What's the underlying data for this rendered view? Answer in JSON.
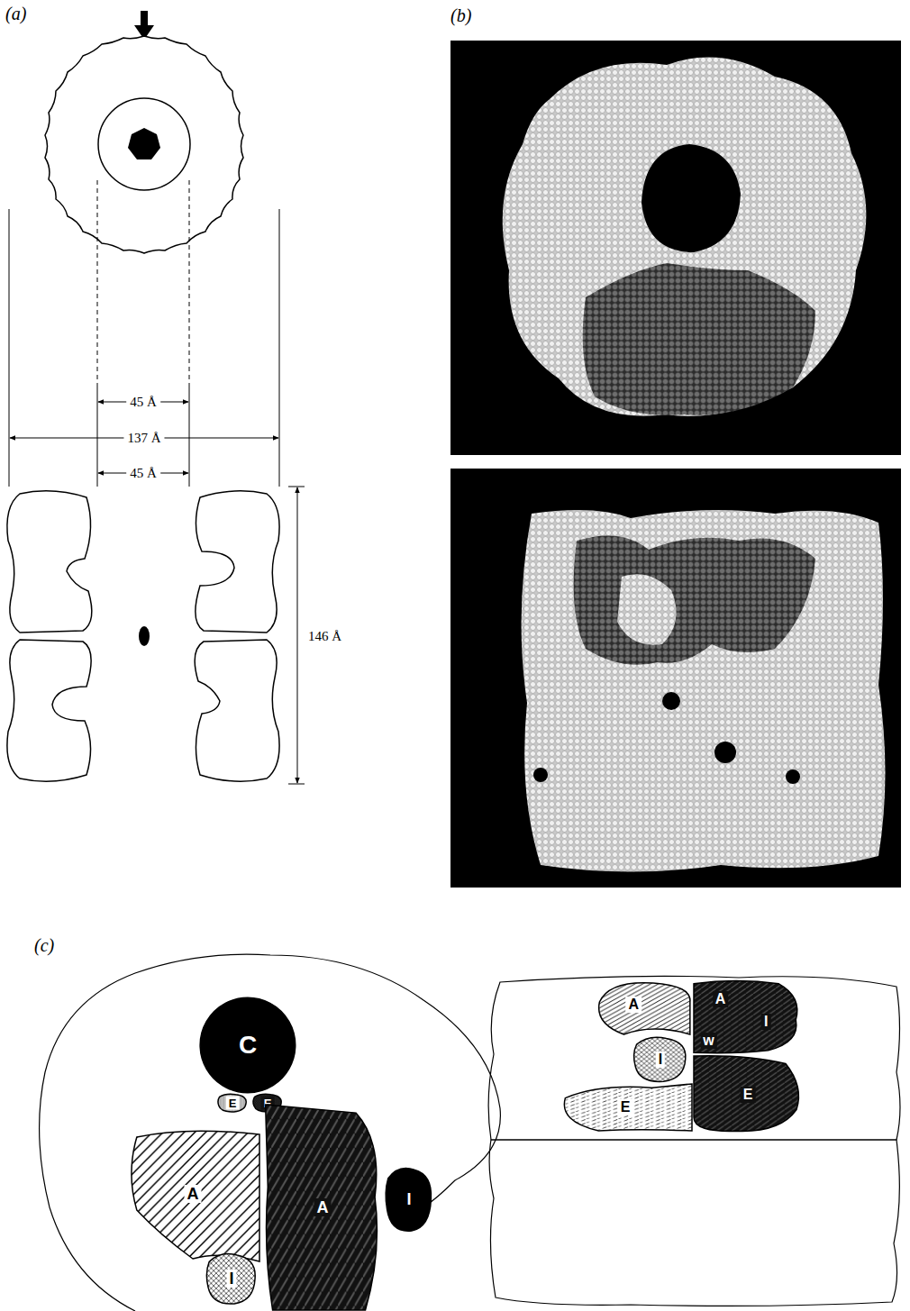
{
  "diagram": {
    "nodes": [
      {
        "text": [
          "C"
        ]
      },
      {
        "text": [
          "E"
        ]
      },
      {
        "text": [
          "E"
        ]
      },
      {
        "text": [
          "A"
        ]
      },
      {
        "text": [
          "I"
        ]
      },
      {
        "text": [
          "A"
        ]
      },
      {
        "text": [
          "I"
        ]
      },
      {
        "text": [
          "A"
        ]
      },
      {
        "text": [
          "A",
          "I",
          "w"
        ]
      },
      {
        "text": [
          "I"
        ]
      },
      {
        "text": [
          "E"
        ]
      },
      {
        "text": [
          "E"
        ]
      }
    ],
    "labels": [
      "(a)",
      "45 Å",
      "137 Å",
      "45 Å",
      "146 Å",
      "(b)",
      "(c)"
    ]
  }
}
